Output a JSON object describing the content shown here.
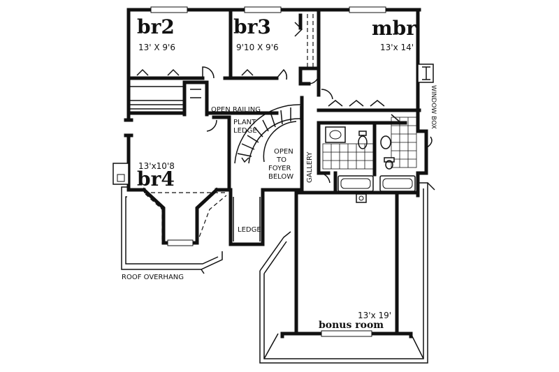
{
  "rooms": {
    "br2": {
      "name": "br2",
      "dim": "13' X 9'6"
    },
    "br3": {
      "name": "br3",
      "dim": "9'10 X 9'6"
    },
    "mbr": {
      "name": "mbr",
      "dim": "13'x 14'"
    },
    "br4": {
      "name": "br4",
      "dim": "13'x10'8"
    },
    "bonus": {
      "name": "bonus room",
      "dim": "13'x 19'"
    }
  },
  "labels": {
    "open_railing": "OPEN RAILING",
    "plant_ledge_1": "PLANT",
    "plant_ledge_2": "LEDGE",
    "open_foyer_1": "OPEN",
    "open_foyer_2": "TO",
    "open_foyer_3": "FOYER",
    "open_foyer_4": "BELOW",
    "gallery": "GALLERY",
    "window_box": "WINDOW BOX",
    "ledge": "LEDGE",
    "roof_overhang": "ROOF OVERHANG"
  }
}
